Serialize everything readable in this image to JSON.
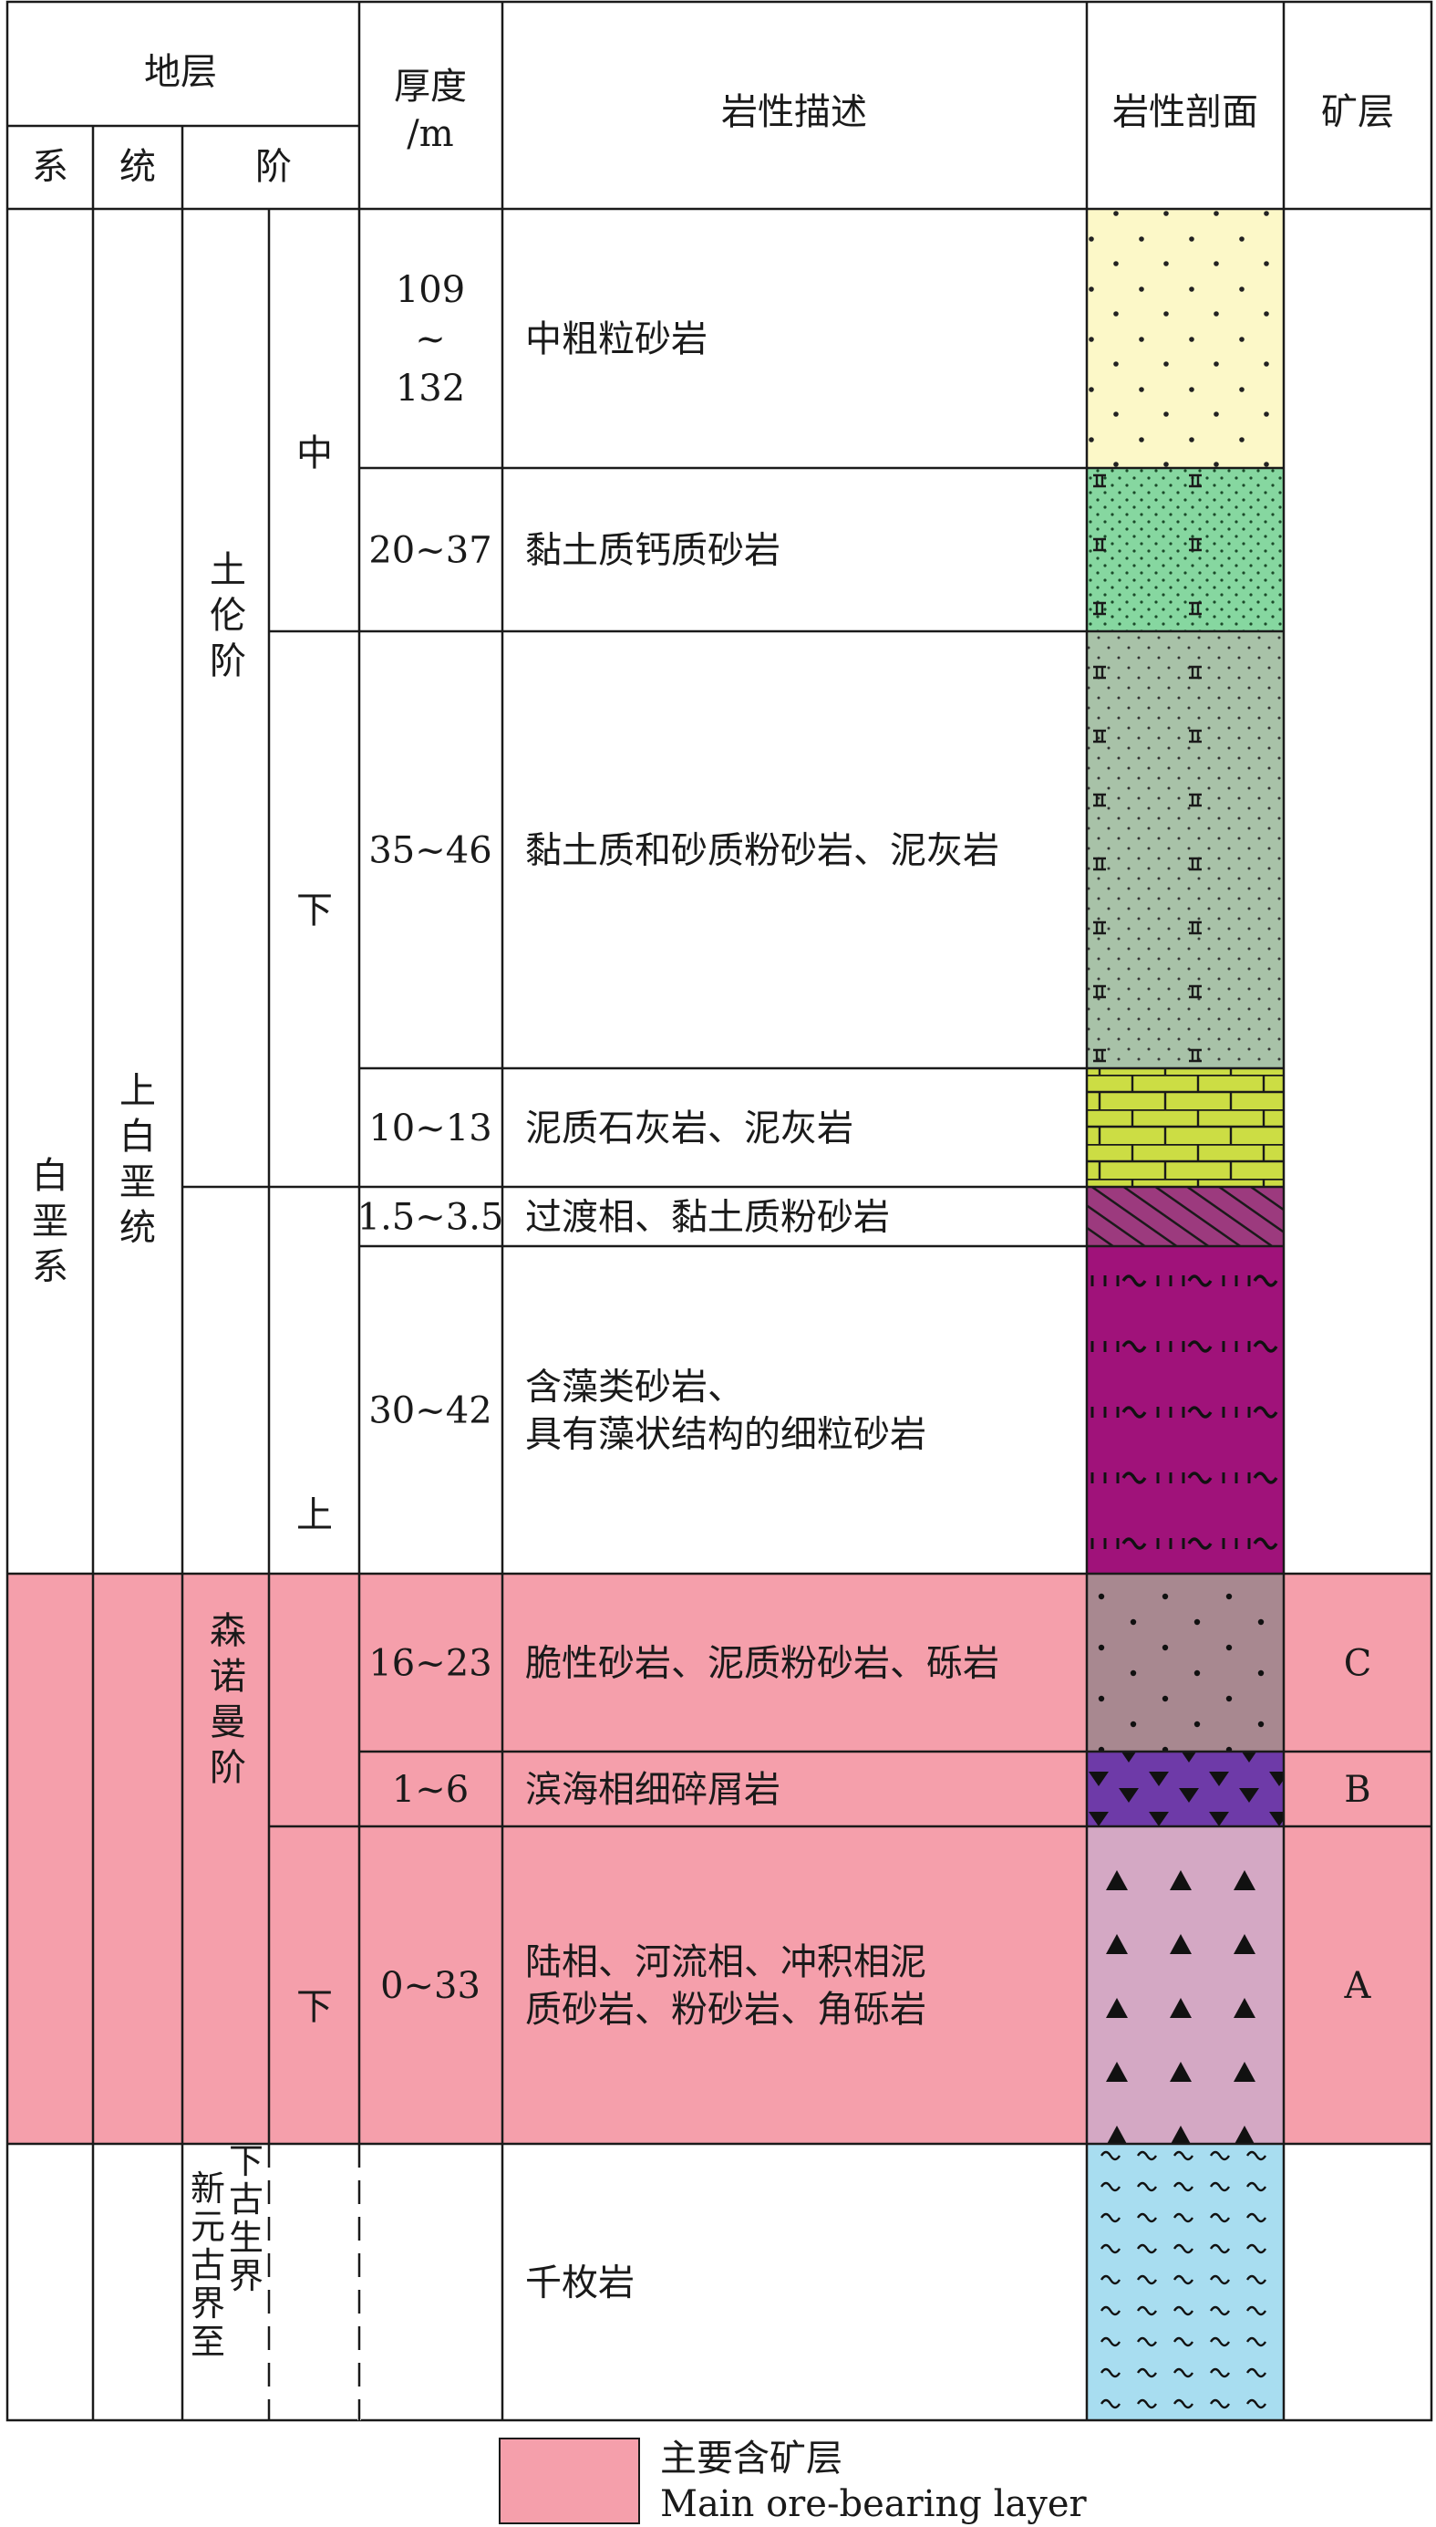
{
  "header": {
    "stratum": "地层",
    "system": "系",
    "series": "统",
    "stage": "阶",
    "thickness": [
      "厚度",
      "/m"
    ],
    "lithology_desc": "岩性描述",
    "lithology_section": "岩性剖面",
    "ore_layer": "矿层"
  },
  "units": {
    "system": "白垩系",
    "series": "上白垩统",
    "stage_turonian": "土伦阶",
    "stage_cenomanian": "森诺曼阶",
    "basement": "新元古界至下古生界",
    "substage_middle": "中",
    "substage_lower": "下",
    "substage_upper": "上",
    "substage_lower2": "下"
  },
  "layers": [
    {
      "thickness": [
        "109",
        "~",
        "132"
      ],
      "desc": [
        "中粗粒砂岩"
      ],
      "ore": ""
    },
    {
      "thickness": [
        "20~37"
      ],
      "desc": [
        "黏土质钙质砂岩"
      ],
      "ore": ""
    },
    {
      "thickness": [
        "35~46"
      ],
      "desc": [
        "黏土质和砂质粉砂岩、泥灰岩"
      ],
      "ore": ""
    },
    {
      "thickness": [
        "10~13"
      ],
      "desc": [
        "泥质石灰岩、泥灰岩"
      ],
      "ore": ""
    },
    {
      "thickness": [
        "1.5~3.5"
      ],
      "desc": [
        "过渡相、黏土质粉砂岩"
      ],
      "ore": ""
    },
    {
      "thickness": [
        "30~42"
      ],
      "desc": [
        "含藻类砂岩、",
        "具有藻状结构的细粒砂岩"
      ],
      "ore": ""
    },
    {
      "thickness": [
        "16~23"
      ],
      "desc": [
        "脆性砂岩、泥质粉砂岩、砾岩"
      ],
      "ore": "C"
    },
    {
      "thickness": [
        "1~6"
      ],
      "desc": [
        "滨海相细碎屑岩"
      ],
      "ore": "B"
    },
    {
      "thickness": [
        "0~33"
      ],
      "desc": [
        "陆相、河流相、冲积相泥",
        "质砂岩、粉砂岩、角砾岩"
      ],
      "ore": "A"
    },
    {
      "thickness": [
        ""
      ],
      "desc": [
        "千枚岩"
      ],
      "ore": ""
    }
  ],
  "legend": {
    "title": "主要含矿层",
    "subtitle": "Main ore-bearing layer",
    "color": "#F59FAB"
  },
  "colors": {
    "ore_zone": "#F59FAB",
    "coarse_sandstone": "#FCF8C8",
    "calc_sandstone": "#86D7A0",
    "silty_marl": "#A8C2A8",
    "limestone": "#CCDD44",
    "transition": "#9C3A7E",
    "algal_sandstone": "#A0127A",
    "brittle_sandstone": "#A88890",
    "clastic": "#6E3AA8",
    "breccia": "#D4A8C4",
    "phyllite": "#A8DDF0"
  }
}
